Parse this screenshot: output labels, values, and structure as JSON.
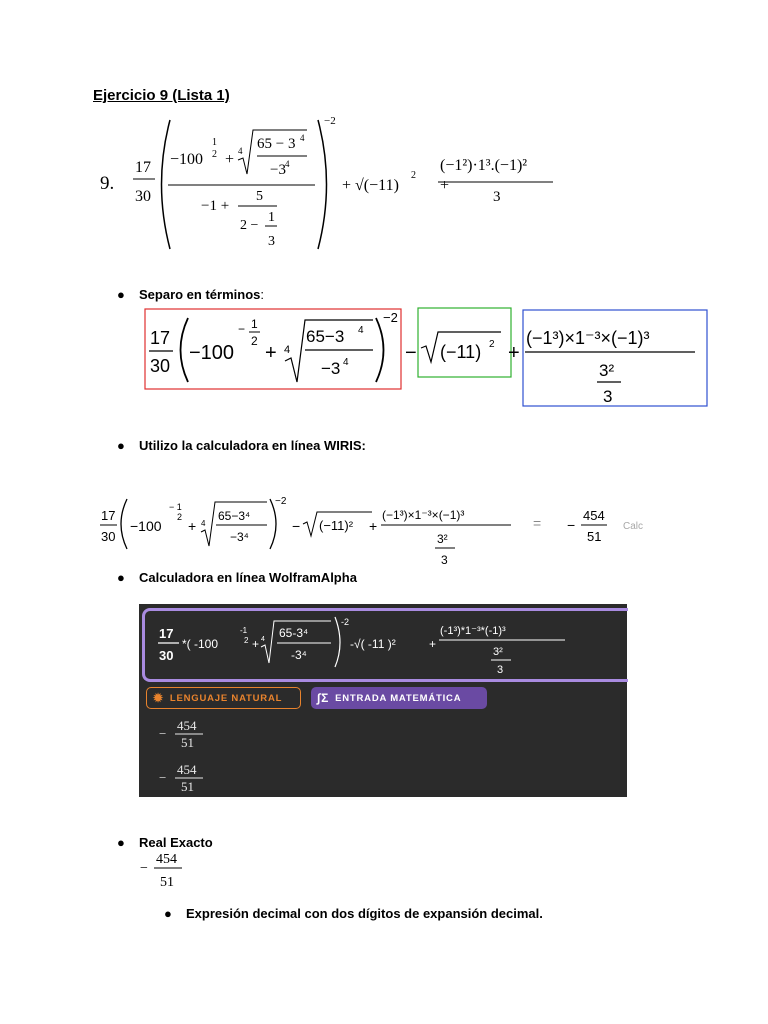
{
  "title": "Ejercicio 9 (Lista 1)",
  "exercise": {
    "number": "9.",
    "frac_num": "17",
    "frac_den": "30",
    "neg100": "−100",
    "exp_half_num": "1",
    "exp_half_den": "2",
    "root_index": "4",
    "root_num": "65 − 3",
    "root_den": "−3",
    "exp4": "4",
    "minus_one_plus": "−1 +",
    "five": "5",
    "two_minus": "2 −",
    "one": "1",
    "three": "3",
    "outer_exp": "−2",
    "sqrt_term": "+ √(−11)",
    "sq": "2",
    "last_num": "(−1²)·1³.(−1)²",
    "last_den": "3"
  },
  "bullets": {
    "b1_bold": "Separo en términos",
    "b1_rest": ":",
    "b2": "Utilizo la calculadora en línea WIRIS:",
    "b3": "Calculadora en línea WolframAlpha",
    "b4": "Real Exacto",
    "b5": "Expresión decimal con dos dígitos de expansión decimal."
  },
  "terms": {
    "t1_frac_num": "17",
    "t1_frac_den": "30",
    "t1_neg100": "−100",
    "t1_exp_minus": "−",
    "t1_exp_num": "1",
    "t1_exp_den": "2",
    "t1_plus": "+",
    "t1_root_index": "4",
    "t1_root_num": "65−3",
    "t1_root_den": "−3",
    "t1_exp4": "4",
    "t1_outer_exp": "−2",
    "t2_minus": "−",
    "t2_inner": "(−11)",
    "t2_sq": "2",
    "t2_plus": "+",
    "t3_num": "(−1³)×1⁻³×(−1)³",
    "t3_den_num": "3²",
    "t3_den_den": "3",
    "box_colors": [
      "#e03030",
      "#30b030",
      "#3050d0"
    ]
  },
  "wiris": {
    "expr_frac_num": "17",
    "expr_frac_den": "30",
    "expr_mid": "−100",
    "expr_root_num": "65−3⁴",
    "expr_root_den": "−3⁴",
    "expr_outer_exp": "−2",
    "expr_sqrt": "(−11)²",
    "expr_last_num": "(−1³)×1⁻³×(−1)³",
    "expr_last_den_num": "3²",
    "expr_last_den_den": "3",
    "equals": "=",
    "result_sign": "−",
    "result_num": "454",
    "result_den": "51",
    "calc_label": "Calc"
  },
  "wolfram": {
    "in_frac_num": "17",
    "in_frac_den": "30",
    "in_mid": "*( -100",
    "in_root_num": "65-3⁴",
    "in_root_den": "-3⁴",
    "in_outer_exp": "-2",
    "in_sqrt": "-√( -11 )²",
    "in_last_num": "(-1³)*1⁻³*(-1)³",
    "in_last_den_num": "3²",
    "in_last_den_den": "3",
    "btn_natural": "LENGUAJE NATURAL",
    "btn_math": "ENTRADA MATEMÁTICA",
    "accent_orange": "#e8832d",
    "accent_purple": "#6a4aa3",
    "results": [
      {
        "sign": "−",
        "num": "454",
        "den": "51"
      },
      {
        "sign": "−",
        "num": "454",
        "den": "51"
      }
    ]
  },
  "real_exacto": {
    "sign": "−",
    "num": "454",
    "den": "51"
  }
}
